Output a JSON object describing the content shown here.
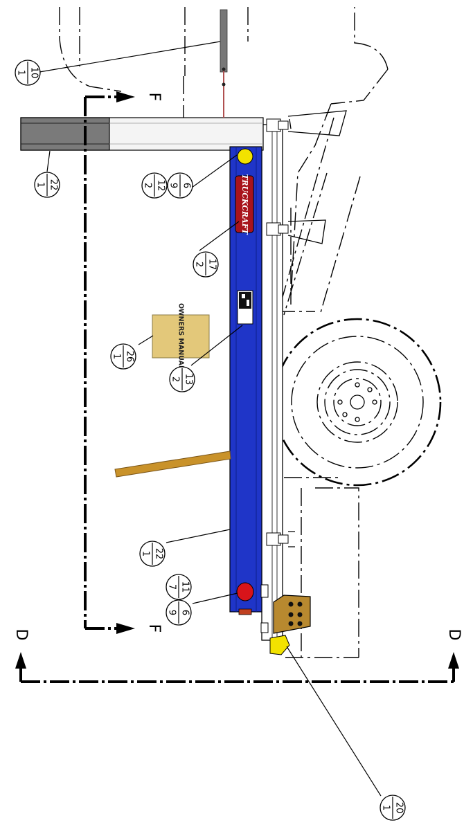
{
  "balloons": [
    {
      "id": "b10",
      "top": "10",
      "bottom": "1"
    },
    {
      "id": "b22a",
      "top": "22",
      "bottom": "1"
    },
    {
      "id": "b12",
      "top": "12",
      "bottom": "2"
    },
    {
      "id": "b6a",
      "top": "6",
      "bottom": "9"
    },
    {
      "id": "b17",
      "top": "17",
      "bottom": "2"
    },
    {
      "id": "b26",
      "top": "26",
      "bottom": "1"
    },
    {
      "id": "b13",
      "top": "13",
      "bottom": "2"
    },
    {
      "id": "b22b",
      "top": "22",
      "bottom": "1"
    },
    {
      "id": "b11",
      "top": "11",
      "bottom": "7"
    },
    {
      "id": "b6b",
      "top": "6",
      "bottom": "9"
    },
    {
      "id": "b20",
      "top": "20",
      "bottom": "1"
    }
  ],
  "section_labels": {
    "f_top": "F",
    "f_bottom": "F",
    "d_top": "D",
    "d_bottom": "D"
  },
  "decals": {
    "manual": "OWNERS MANUAL",
    "brand": "TRUCKCRAFT"
  },
  "colors": {
    "body_blue": "#1f35c8",
    "manual_tan": "#e3c87a",
    "pry_bar": "#c9922a",
    "bracket_bronze": "#b8892f",
    "marker_yellow": "#f2e200",
    "marker_red": "#d8141a"
  }
}
